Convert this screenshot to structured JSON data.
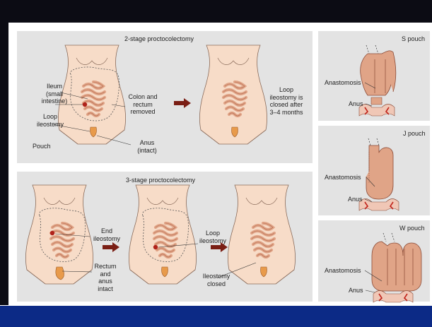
{
  "panels": {
    "two_stage": {
      "title": "2-stage proctocolectomy",
      "ileum": "Ileum",
      "small_intestine": "(small",
      "small_intestine2": "intestine)",
      "loop1": "Loop",
      "loop2": "ileostomy",
      "pouch": "Pouch",
      "colon1": "Colon and",
      "colon2": "rectum",
      "colon3": "removed",
      "anus1": "Anus",
      "anus2": "(intact)",
      "closed1": "Loop",
      "closed2": "ileostomy is",
      "closed3": "closed after",
      "closed4": "3–4 months"
    },
    "three_stage": {
      "title": "3-stage proctocolectomy",
      "end1": "End",
      "end2": "ileostomy",
      "rect1": "Rectum",
      "rect2": "and",
      "rect3": "anus",
      "rect4": "intact",
      "loop1": "Loop",
      "loop2": "ileostomy",
      "ileo1": "Ileostomy",
      "ileo2": "closed"
    },
    "s_pouch": {
      "title": "S pouch",
      "anastomosis": "Anastomosis",
      "anus": "Anus"
    },
    "j_pouch": {
      "title": "J pouch",
      "anastomosis": "Anastomosis",
      "anus": "Anus"
    },
    "w_pouch": {
      "title": "W pouch",
      "anastomosis": "Anastomosis",
      "anus": "Anus"
    }
  },
  "colors": {
    "panel_bg": "#e3e3e3",
    "skin": "#f7dcc8",
    "intestine": "#e0a487",
    "intestine_dark": "#b06448",
    "arrow": "#7a1e14",
    "stoma": "#b0221a",
    "frame_top": "#0c0c14",
    "frame_bottom": "#0c2a86"
  }
}
